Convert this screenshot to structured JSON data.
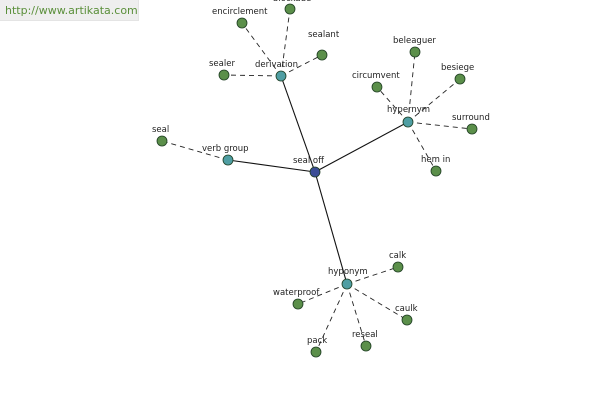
{
  "watermark": {
    "url": "http://www.artikata.com"
  },
  "colors": {
    "center": "#3b4d96",
    "hub": "#4f9ea3",
    "leaf": "#5b8f4a",
    "outline": "#1e3d22",
    "solid_edge": "#111111",
    "dashed_edge": "#222222"
  },
  "graph": {
    "nodes": [
      {
        "id": "seal_off",
        "label": "seal off",
        "kind": "center"
      },
      {
        "id": "derivation",
        "label": "derivation",
        "kind": "hub"
      },
      {
        "id": "hypernym",
        "label": "hypernym",
        "kind": "hub"
      },
      {
        "id": "verb_group",
        "label": "verb group",
        "kind": "hub"
      },
      {
        "id": "hyponym",
        "label": "hyponym",
        "kind": "hub"
      },
      {
        "id": "encirclement",
        "label": "encirclement",
        "kind": "leaf"
      },
      {
        "id": "blockade",
        "label": "blockade",
        "kind": "leaf"
      },
      {
        "id": "sealant",
        "label": "sealant",
        "kind": "leaf"
      },
      {
        "id": "sealer",
        "label": "sealer",
        "kind": "leaf"
      },
      {
        "id": "beleaguer",
        "label": "beleaguer",
        "kind": "leaf"
      },
      {
        "id": "besiege",
        "label": "besiege",
        "kind": "leaf"
      },
      {
        "id": "circumvent",
        "label": "circumvent",
        "kind": "leaf"
      },
      {
        "id": "surround",
        "label": "surround",
        "kind": "leaf"
      },
      {
        "id": "hem_in",
        "label": "hem in",
        "kind": "leaf"
      },
      {
        "id": "seal",
        "label": "seal",
        "kind": "leaf"
      },
      {
        "id": "calk",
        "label": "calk",
        "kind": "leaf"
      },
      {
        "id": "waterproof",
        "label": "waterproof",
        "kind": "leaf"
      },
      {
        "id": "caulk",
        "label": "caulk",
        "kind": "leaf"
      },
      {
        "id": "pack",
        "label": "pack",
        "kind": "leaf"
      },
      {
        "id": "reseal",
        "label": "reseal",
        "kind": "leaf"
      }
    ],
    "edges": [
      {
        "from": "seal_off",
        "to": "derivation",
        "style": "solid"
      },
      {
        "from": "seal_off",
        "to": "hypernym",
        "style": "solid"
      },
      {
        "from": "seal_off",
        "to": "verb_group",
        "style": "solid"
      },
      {
        "from": "seal_off",
        "to": "hyponym",
        "style": "solid"
      },
      {
        "from": "derivation",
        "to": "encirclement",
        "style": "dashed"
      },
      {
        "from": "derivation",
        "to": "blockade",
        "style": "dashed"
      },
      {
        "from": "derivation",
        "to": "sealant",
        "style": "dashed"
      },
      {
        "from": "derivation",
        "to": "sealer",
        "style": "dashed"
      },
      {
        "from": "hypernym",
        "to": "beleaguer",
        "style": "dashed"
      },
      {
        "from": "hypernym",
        "to": "besiege",
        "style": "dashed"
      },
      {
        "from": "hypernym",
        "to": "circumvent",
        "style": "dashed"
      },
      {
        "from": "hypernym",
        "to": "surround",
        "style": "dashed"
      },
      {
        "from": "hypernym",
        "to": "hem_in",
        "style": "dashed"
      },
      {
        "from": "verb_group",
        "to": "seal",
        "style": "dashed"
      },
      {
        "from": "hyponym",
        "to": "calk",
        "style": "dashed"
      },
      {
        "from": "hyponym",
        "to": "waterproof",
        "style": "dashed"
      },
      {
        "from": "hyponym",
        "to": "caulk",
        "style": "dashed"
      },
      {
        "from": "hyponym",
        "to": "pack",
        "style": "dashed"
      },
      {
        "from": "hyponym",
        "to": "reseal",
        "style": "dashed"
      }
    ]
  }
}
